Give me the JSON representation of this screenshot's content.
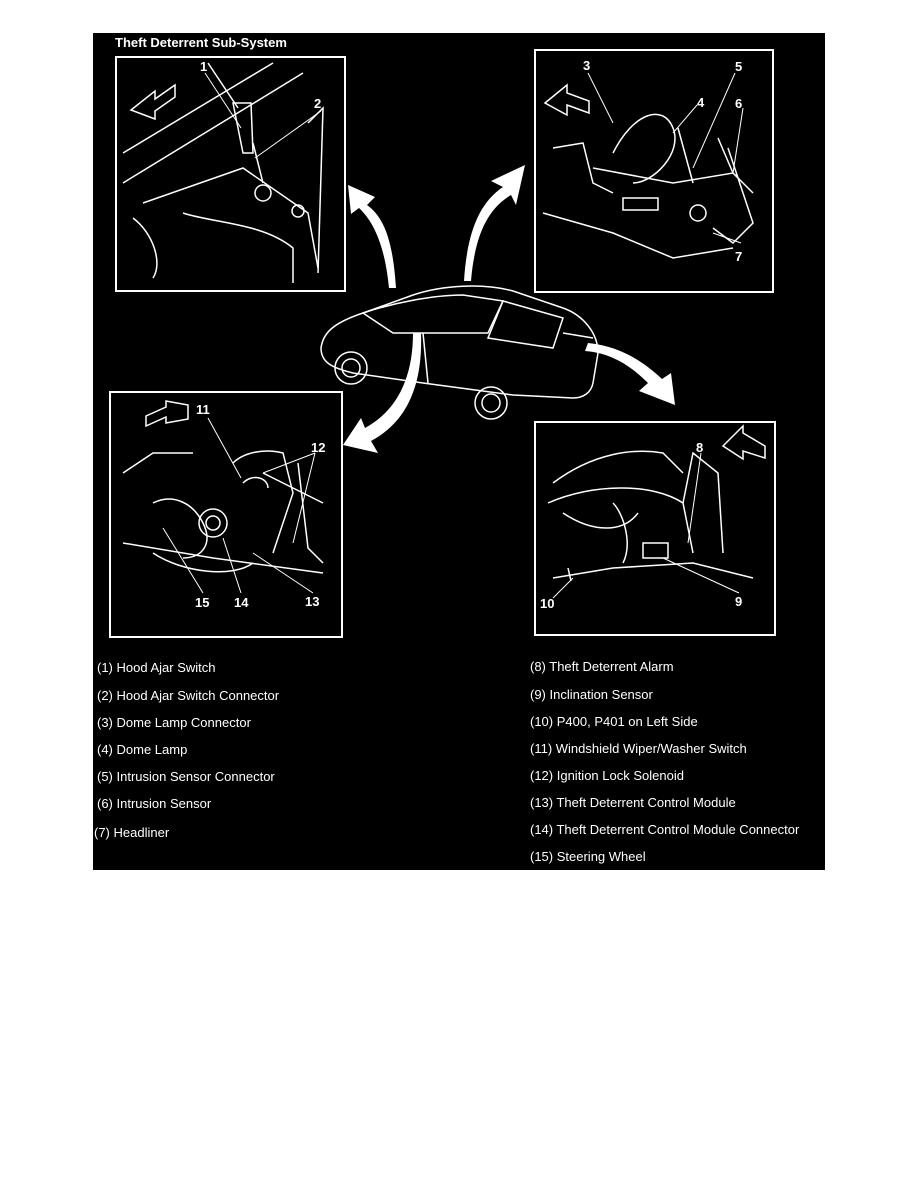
{
  "title": "Theft Deterrent Sub-System",
  "callouts": [
    "1",
    "2",
    "3",
    "4",
    "5",
    "6",
    "7",
    "8",
    "9",
    "10",
    "11",
    "12",
    "13",
    "14",
    "15"
  ],
  "legend": [
    "(1) Hood Ajar Switch",
    "(2) Hood Ajar Switch Connector",
    "(3) Dome Lamp Connector",
    "(4) Dome Lamp",
    "(5) Intrusion Sensor Connector",
    "(6) Intrusion Sensor",
    "(7) Headliner",
    "(8) Theft Deterrent Alarm",
    "(9) Inclination Sensor",
    "(10) P400, P401 on Left Side",
    "(11) Windshield Wiper/Washer Switch",
    "(12) Ignition Lock Solenoid",
    "(13) Theft Deterrent Control Module",
    "(14) Theft Deterrent Control Module Connector",
    "(15) Steering Wheel"
  ],
  "colors": {
    "background": "#000000",
    "line": "#ffffff"
  }
}
